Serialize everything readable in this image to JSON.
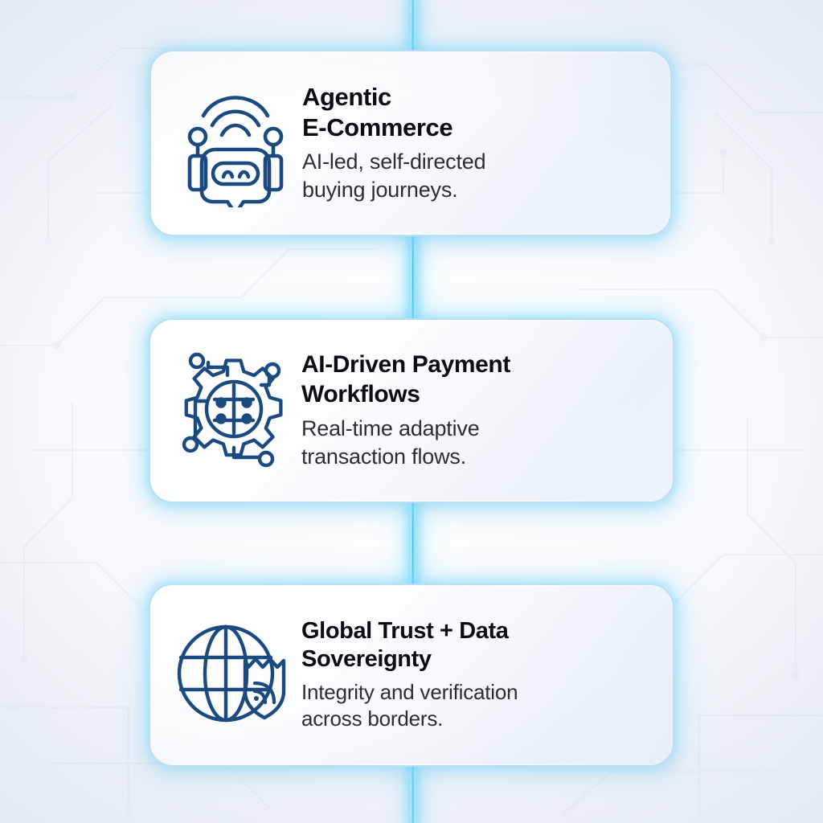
{
  "theme": {
    "accent_cyan": "#18c8ff",
    "icon_stroke": "#1b4a80",
    "card_border": "#b9dff3",
    "title_color": "#0c0d12",
    "body_color": "#2b2e34",
    "background": "#f4f7fa"
  },
  "connector": {
    "name": "vertical-cyan-flow-line",
    "color": "#18c8ff"
  },
  "cards": [
    {
      "id": "agentic-e-commerce",
      "icon": "robot-wifi-chat-icon",
      "title": "Agentic E-Commerce",
      "title_line_1": "Agentic",
      "title_line_2": "E-Commerce",
      "description": "AI-led, self-directed buying journeys.",
      "desc_line_1": "AI-led, self-directed",
      "desc_line_2": "buying journeys."
    },
    {
      "id": "ai-driven-payment-workflows",
      "icon": "gear-circuit-icon",
      "title": "AI-Driven Payment Workflows",
      "title_line_1": "AI-Driven Payment",
      "title_line_2": "Workflows",
      "description": "Real-time adaptive transaction flows.",
      "desc_line_1": "Real-time adaptive",
      "desc_line_2": "transaction flows."
    },
    {
      "id": "global-trust-data-sovereignty",
      "icon": "globe-shield-signal-icon",
      "title": "Global Trust + Data Sovereignty",
      "title_line_1": "Global Trust + Data",
      "title_line_2": "Sovereignty",
      "description": "Integrity and verification across borders.",
      "desc_line_1": "Integrity and verification",
      "desc_line_2": "across borders."
    }
  ]
}
